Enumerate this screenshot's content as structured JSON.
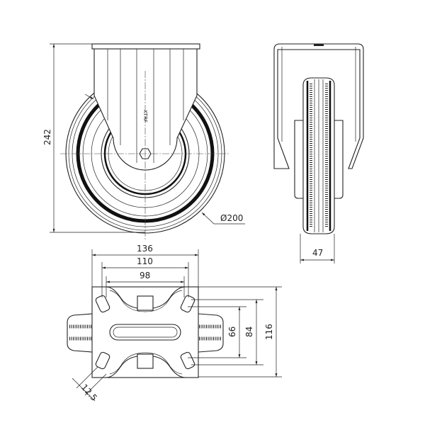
{
  "title": "Fixed castor technical drawing",
  "dimensions": {
    "height": "242",
    "diameter": "Ø200",
    "wheel_width": "47",
    "plate_width": "136",
    "hole_spacing_outer": "110",
    "hole_spacing_inner": "98",
    "plate_length": "116",
    "hole_spacing_long_outer": "84",
    "hole_spacing_long_inner": "66",
    "hole_size": "12.5"
  },
  "logo_text": "XTRF"
}
